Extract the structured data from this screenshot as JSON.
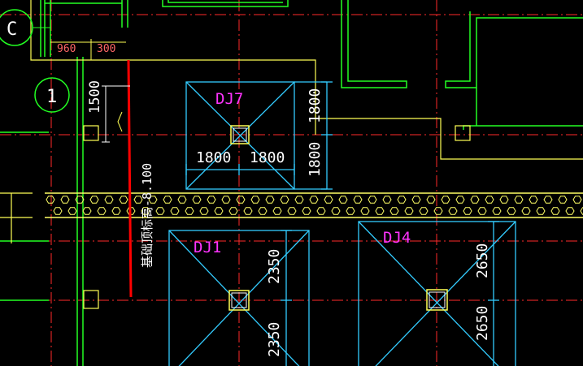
{
  "axes": {
    "axis_c": "C",
    "axis_1": "1"
  },
  "top_dims": {
    "d960": "960",
    "d300": "300"
  },
  "left_dims": {
    "d1500": "1500"
  },
  "note": "基础顶标高-8.100",
  "footings": {
    "dj7": {
      "label": "DJ7",
      "w_left": "1800",
      "w_right": "1800",
      "h_top": "1800",
      "h_bottom": "1800"
    },
    "dj1": {
      "label": "DJ1",
      "h_top": "2350",
      "h_bottom": "2350"
    },
    "dj4": {
      "label": "DJ4",
      "h_top": "2650",
      "h_bottom": "2650"
    }
  },
  "colors": {
    "background": "#000000",
    "axis_line": "#ff2020",
    "footing": "#33ccff",
    "wall": "#00ff00",
    "beam": "#ffff66",
    "highlight": "#ff0000",
    "tag": "#ff33ff"
  }
}
